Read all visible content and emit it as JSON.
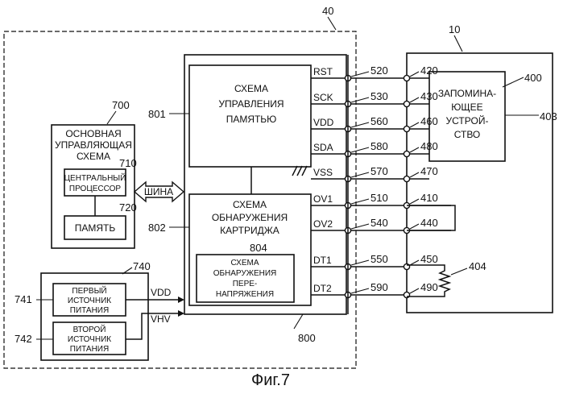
{
  "title_numbers": {
    "printer": "40",
    "cartridge": "10"
  },
  "main_circuit": {
    "ref": "700",
    "title": [
      "ОСНОВНАЯ",
      "УПРАВЛЯЮЩАЯ",
      "СХЕМА"
    ],
    "cpu": {
      "ref": "710",
      "label": [
        "ЦЕНТРАЛЬНЫЙ",
        "ПРОЦЕССОР"
      ]
    },
    "memory": {
      "ref": "720",
      "label": "ПАМЯТЬ"
    }
  },
  "bus_label": "ШИНА",
  "power": {
    "ref": "740",
    "first": {
      "ref": "741",
      "label": [
        "ПЕРВЫЙ",
        "ИСТОЧНИК",
        "ПИТАНИЯ"
      ],
      "out": "VDD"
    },
    "second": {
      "ref": "742",
      "label": [
        "ВТОРОЙ",
        "ИСТОЧНИК",
        "ПИТАНИЯ"
      ],
      "out": "VHV"
    }
  },
  "controller": {
    "ref": "800",
    "memory_ctrl": {
      "ref": "801",
      "label": [
        "СХЕМА",
        "УПРАВЛЕНИЯ",
        "ПАМЯТЬЮ"
      ]
    },
    "cart_detect": {
      "ref": "802",
      "label": [
        "СХЕМА",
        "ОБНАРУЖЕНИЯ",
        "КАРТРИДЖА"
      ]
    },
    "overvoltage": {
      "ref": "804",
      "label": [
        "СХЕМА",
        "ОБНАРУЖЕНИЯ",
        "ПЕРЕ-",
        "НАПРЯЖЕНИЯ"
      ]
    }
  },
  "signals": [
    {
      "name": "RST",
      "printer_term": "520",
      "cart_term": "420"
    },
    {
      "name": "SCK",
      "printer_term": "530",
      "cart_term": "430"
    },
    {
      "name": "VDD",
      "printer_term": "560",
      "cart_term": "460"
    },
    {
      "name": "SDA",
      "printer_term": "580",
      "cart_term": "480"
    },
    {
      "name": "VSS",
      "printer_term": "570",
      "cart_term": "470"
    },
    {
      "name": "OV1",
      "printer_term": "510",
      "cart_term": "410"
    },
    {
      "name": "OV2",
      "printer_term": "540",
      "cart_term": "440"
    },
    {
      "name": "DT1",
      "printer_term": "550",
      "cart_term": "450"
    },
    {
      "name": "DT2",
      "printer_term": "590",
      "cart_term": "490"
    }
  ],
  "storage": {
    "ref": "400",
    "inner_ref": "403",
    "label": [
      "ЗАПОМИНА-",
      "ЮЩЕЕ",
      "УСТРОЙ-",
      "СТВО"
    ]
  },
  "resistor_ref": "404",
  "caption": "Фиг.7"
}
